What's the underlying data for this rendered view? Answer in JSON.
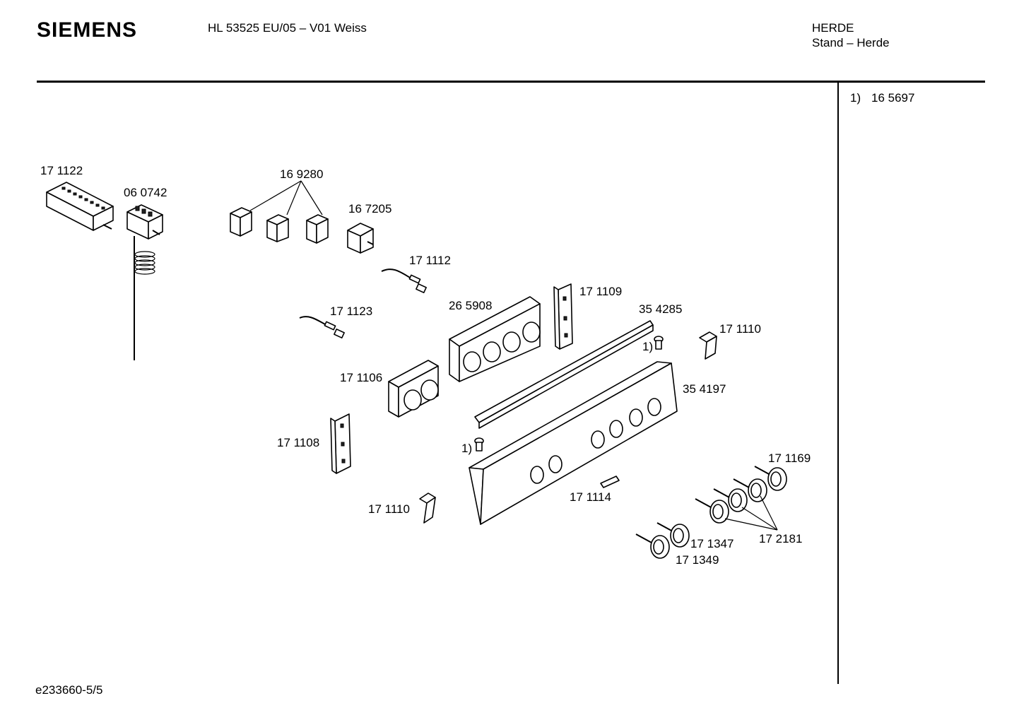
{
  "header": {
    "brand": "SIEMENS",
    "model": "HL 53525 EU/05 – V01 Weiss",
    "category": "HERDE",
    "subcategory": "Stand – Herde"
  },
  "note": {
    "marker": "1)",
    "part": "16 5697"
  },
  "footer": {
    "doc_id": "e233660-5/5"
  },
  "parts": [
    "17 1122",
    "06 0742",
    "16 9280",
    "16 7205",
    "17 1112",
    "17 1123",
    "26 5908",
    "17 1109",
    "35 4285",
    "17 1110",
    "17 1106",
    "35 4197",
    "17 1108",
    "17 1169",
    "17 1110",
    "17 1114",
    "17 1347",
    "17 2181",
    "17 1349"
  ],
  "callout_marker": "1)"
}
